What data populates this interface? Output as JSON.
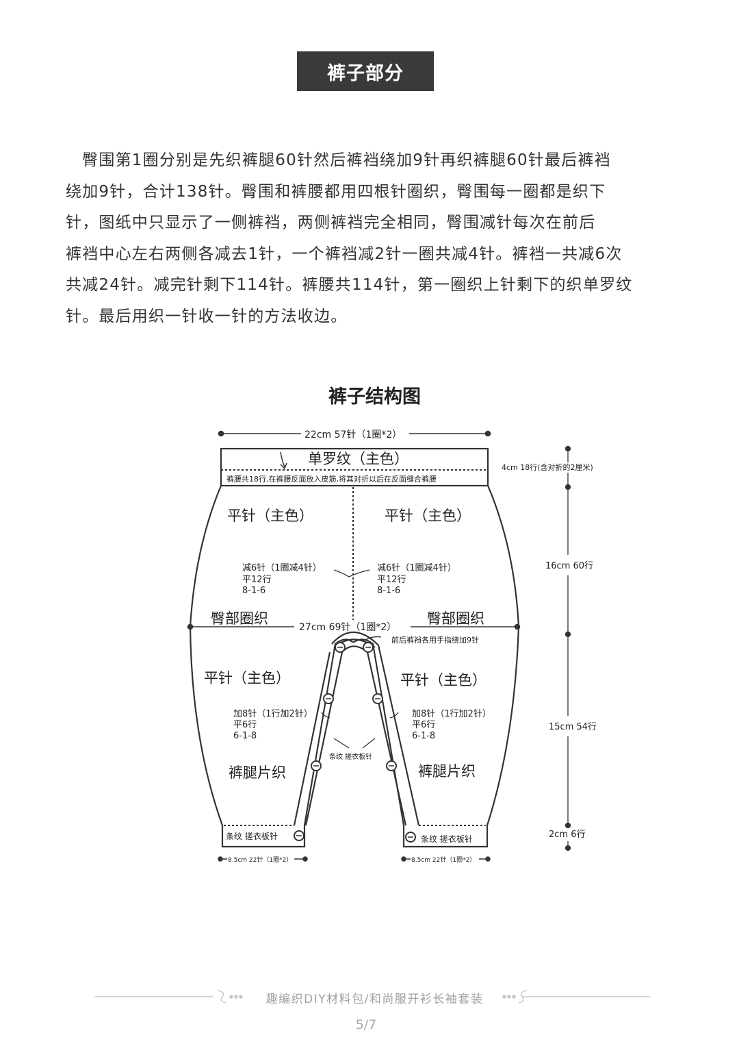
{
  "section_title": "裤子部分",
  "intro_lines": [
    "　臀围第1圈分别是先织裤腿60针然后裤裆绕加9针再织裤腿60针最后裤裆",
    "绕加9针，合计138针。臀围和裤腰都用四根针圈织，臀围每一圈都是织下",
    "针，图纸中只显示了一侧裤裆，两侧裤裆完全相同，臀围减针每次在前后",
    "裤裆中心左右两侧各减去1针，一个裤裆减2针一圈共减4针。裤裆一共减6次",
    "共减24针。减完针剩下114针。裤腰共114针，第一圈织上针剩下的织单罗纹",
    "针。最后用织一针收一针的方法收边。"
  ],
  "diagram": {
    "title": "裤子结构图",
    "top_width": "22cm 57针（1圈*2）",
    "waistband_label": "单罗纹（主色）",
    "waistband_note": "裤腰共18行,在裤腰反面放入皮筋,将其对折以后在反面缝合裤腰",
    "upper_left_label": "平针（主色）",
    "upper_right_label": "平针（主色）",
    "dec_left": [
      "减6针（1圈减4针）",
      "平12行",
      "8-1-6"
    ],
    "dec_right": [
      "减6针（1圈减4针）",
      "平12行",
      "8-1-6"
    ],
    "hip_left": "臀部圈织",
    "hip_right": "臀部圈织",
    "hip_width": "27cm 69针（1圈*2）",
    "crotch_note": "前后裤裆各用手指绕加9针",
    "lower_left_label": "平针（主色）",
    "lower_right_label": "平针（主色）",
    "inc_left": [
      "加8针（1行加2针）",
      "平6行",
      "6-1-8"
    ],
    "inc_right": [
      "加8针（1行加2针）",
      "平6行",
      "6-1-8"
    ],
    "placket_label": "条纹 搓衣板针",
    "leg_left_label": "裤腿片织",
    "leg_right_label": "裤腿片织",
    "cuff_left_label": "条纹 搓衣板针",
    "cuff_right_label": "条纹 搓衣板针",
    "cuff_left_width": "8.5cm 22针（1圈*2）",
    "cuff_right_width": "8.5cm 22针（1圈*2）",
    "dim_waist": "4cm 18行(含对折的2厘米)",
    "dim_upper": "16cm 60行",
    "dim_lower": "15cm 54行",
    "dim_cuff": "2cm 6行"
  },
  "footer": {
    "text": "趣编织DIY材料包/和尚服开衫长袖套装",
    "page": "5/7"
  }
}
